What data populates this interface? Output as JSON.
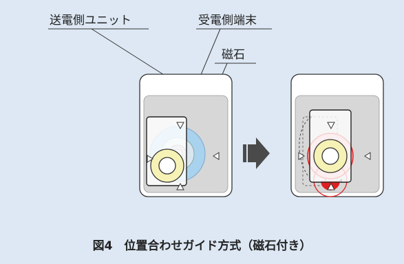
{
  "labels": {
    "transmitter_unit": "送電側ユニット",
    "receiver_terminal": "受電側端末",
    "magnet": "磁石"
  },
  "guide_marks": {
    "triangle_glyph": "▽",
    "count_per_side": 4
  },
  "caption": "図4　位置合わせガイド方式（磁石付き）",
  "colors": {
    "background": "#dde8f4",
    "coil_fill": "#f6f2b6",
    "receiver_coil_shadow": "#a9d2ee",
    "magnet_warning": "#e02020",
    "arrow": "#4a4a4a"
  }
}
